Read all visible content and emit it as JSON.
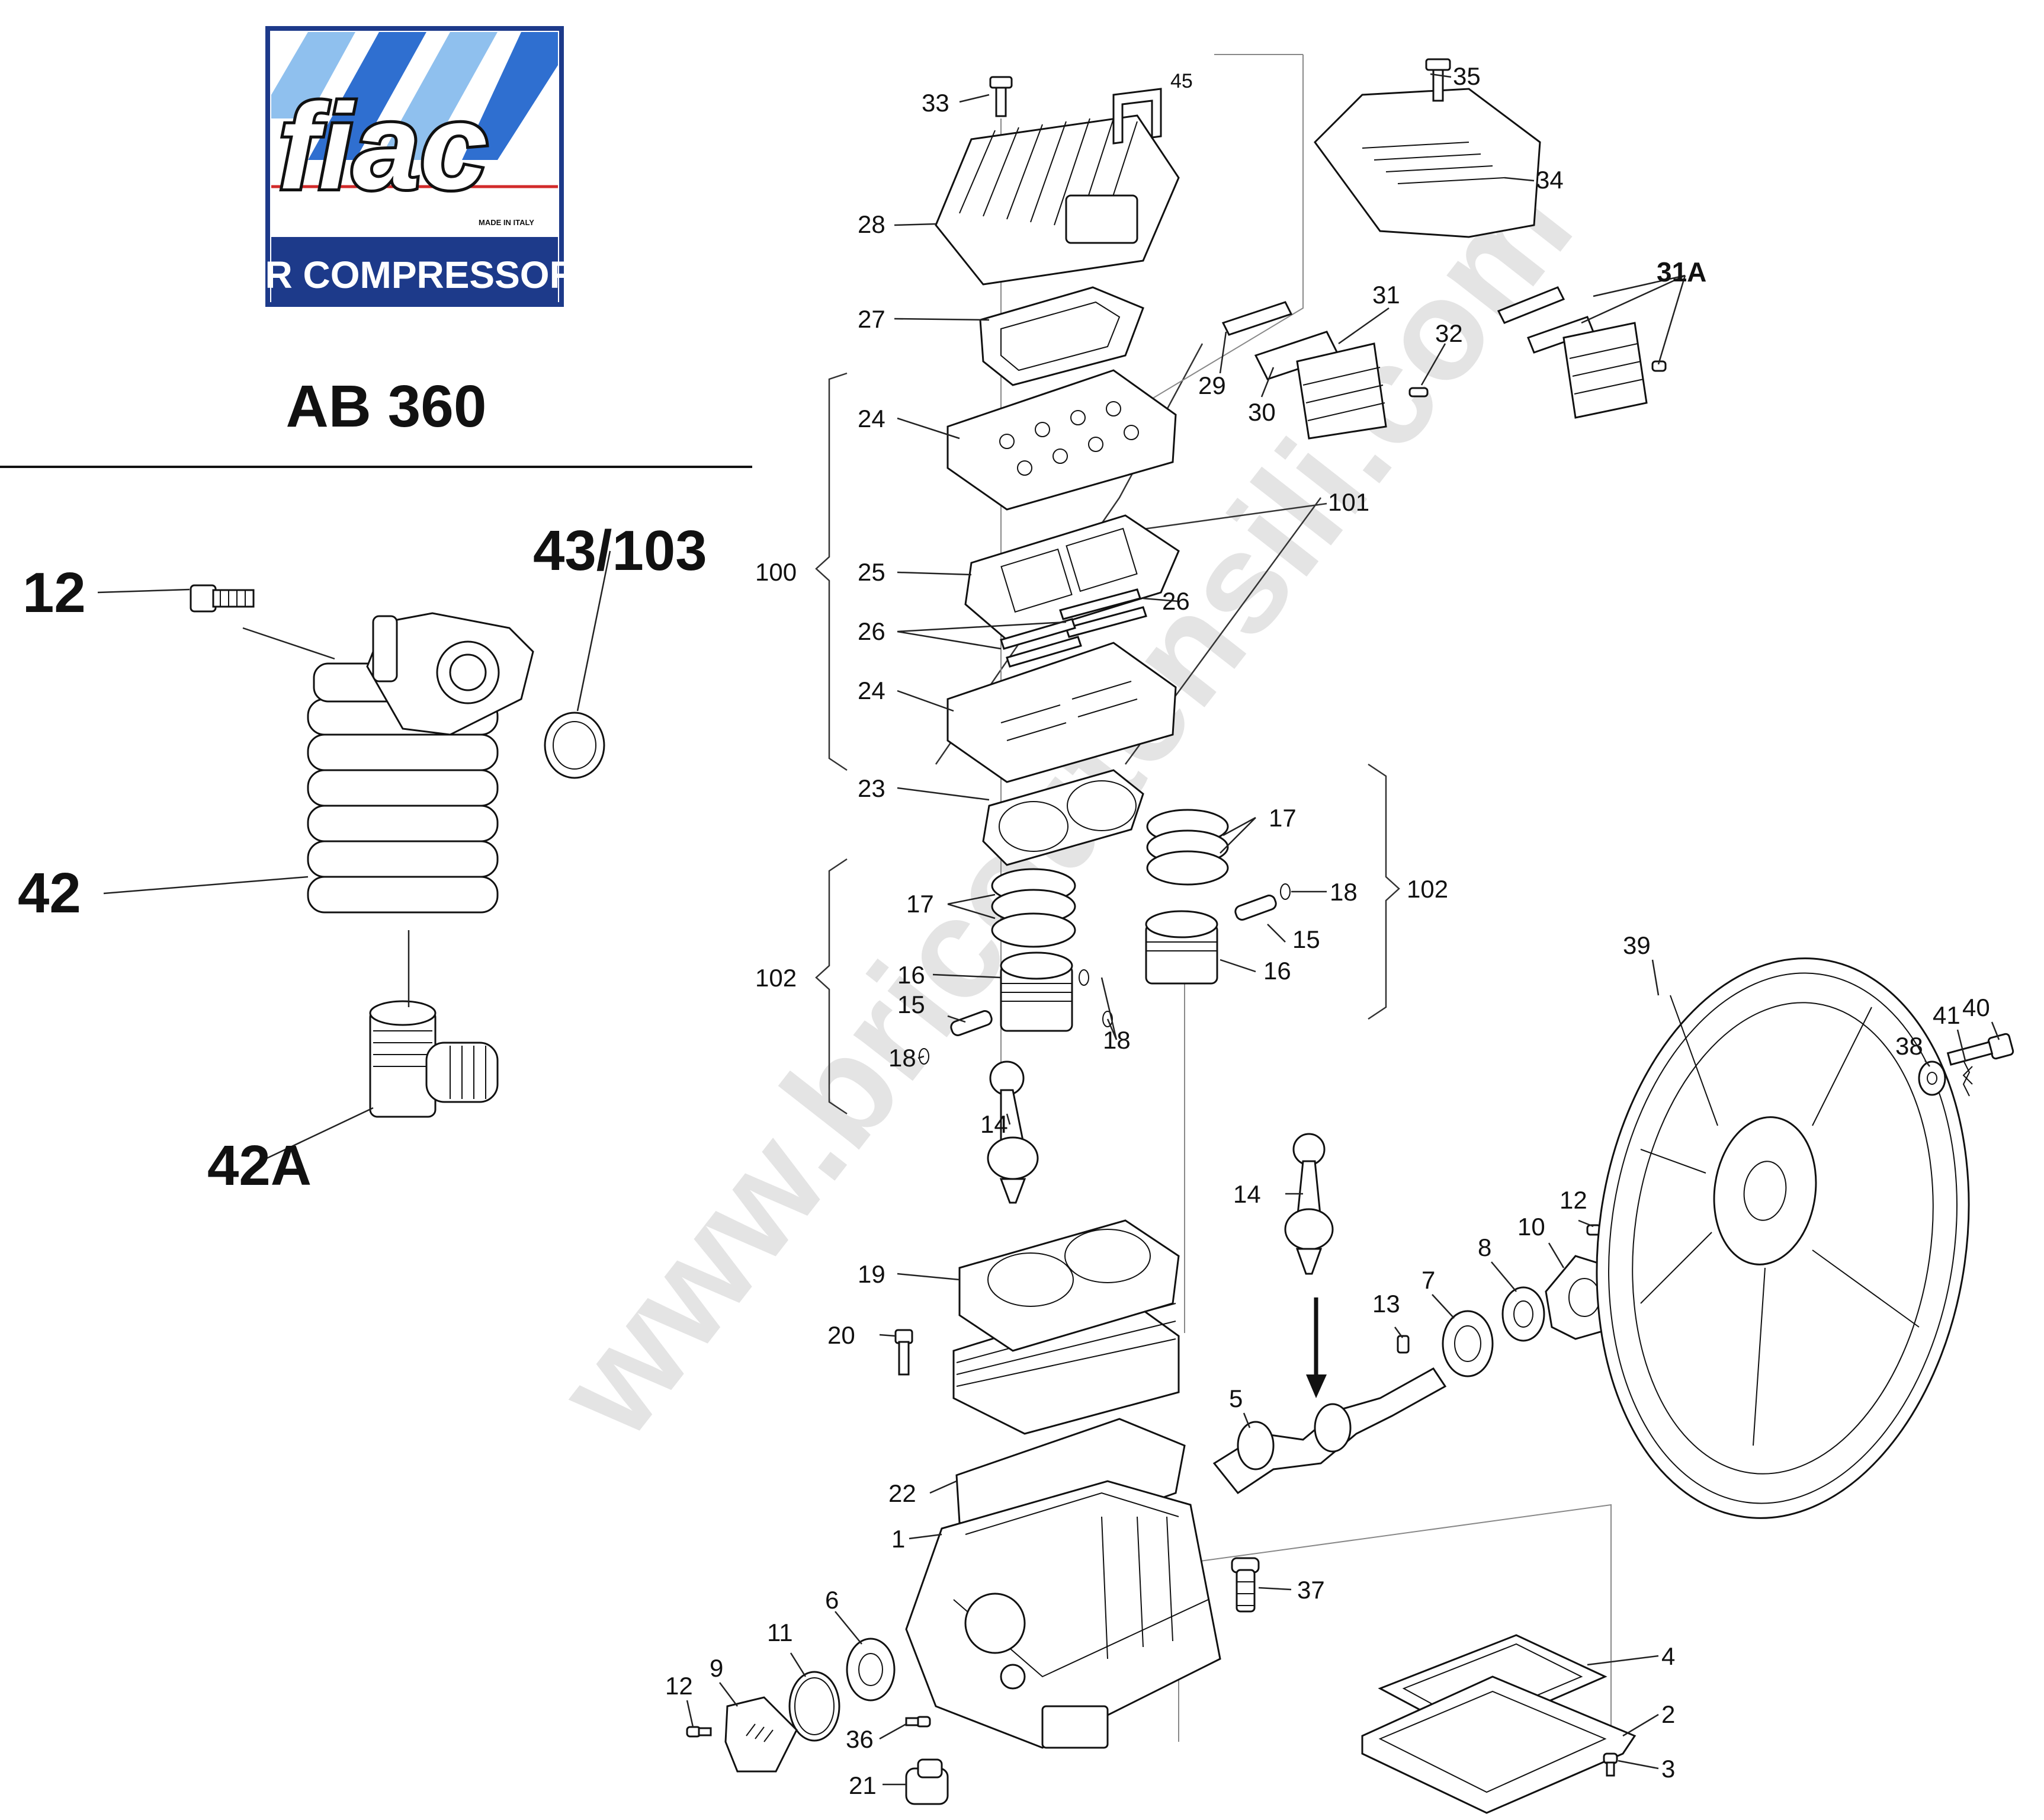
{
  "logo": {
    "brand": "fiac",
    "tagline": "MADE IN ITALY",
    "subtitle": "AIR COMPRESSORS",
    "colors": {
      "navy": "#1d3a8a",
      "blue": "#2f6fd0",
      "light_blue": "#8fc0ee",
      "red_line": "#d22a2a"
    }
  },
  "model": "AB 360",
  "watermark": "www.bricoutensili.com",
  "inset_labels": [
    "12",
    "43/103",
    "42",
    "42A"
  ],
  "group_labels": [
    "100",
    "101",
    "102",
    "102"
  ],
  "part_labels": [
    "33",
    "45",
    "35",
    "34",
    "28",
    "31A",
    "27",
    "31",
    "32",
    "29",
    "30",
    "24",
    "101",
    "25",
    "26",
    "26",
    "24",
    "23",
    "17",
    "17",
    "18",
    "15",
    "16",
    "16",
    "15",
    "18",
    "18",
    "14",
    "39",
    "40",
    "41",
    "38",
    "14",
    "12",
    "10",
    "8",
    "13",
    "7",
    "19",
    "20",
    "5",
    "22",
    "1",
    "37",
    "11",
    "6",
    "9",
    "12",
    "36",
    "21",
    "4",
    "2",
    "3"
  ]
}
